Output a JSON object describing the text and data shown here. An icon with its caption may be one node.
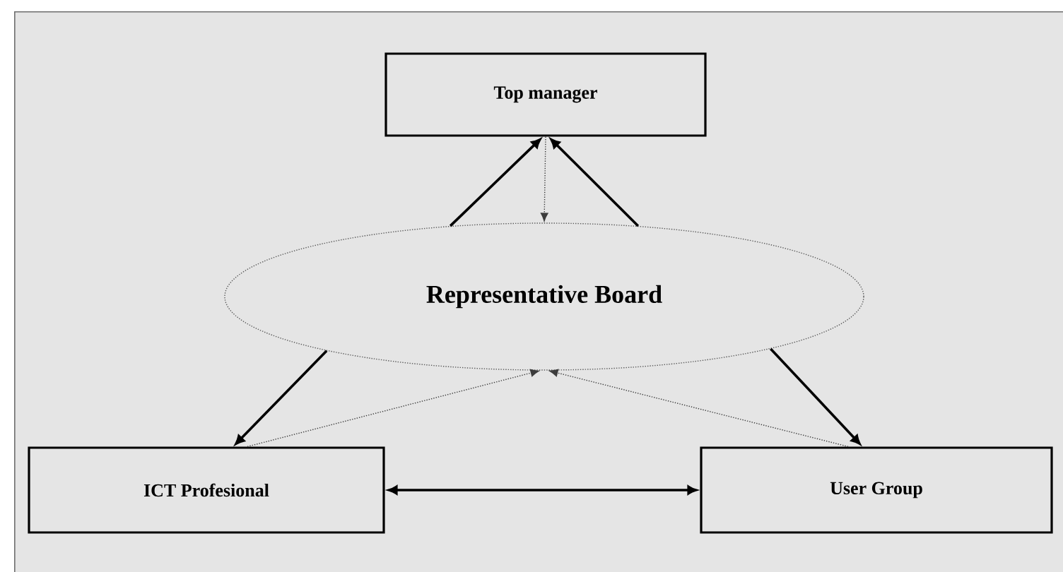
{
  "diagram": {
    "nodes": [
      {
        "text": [
          "Top manager"
        ]
      },
      {
        "text": [
          "Representative Board"
        ]
      },
      {
        "text": [
          "ICT Profesional"
        ]
      },
      {
        "text": [
          "User Group"
        ]
      }
    ],
    "edges": [
      {
        "from": 1,
        "to": 0,
        "arrow": "to"
      },
      {
        "from": 1,
        "to": 0,
        "arrow": "to"
      },
      {
        "from": 0,
        "to": 1,
        "arrow": "to",
        "style": "dashed"
      },
      {
        "from": 1,
        "to": 2,
        "arrow": "to"
      },
      {
        "from": 2,
        "to": 1,
        "arrow": "to",
        "style": "dashed"
      },
      {
        "from": 3,
        "to": 1,
        "arrow": "to",
        "style": "dashed"
      },
      {
        "from": 1,
        "to": 3,
        "arrow": "to"
      },
      {
        "from": 2,
        "to": 3,
        "arrow": "both"
      }
    ]
  }
}
